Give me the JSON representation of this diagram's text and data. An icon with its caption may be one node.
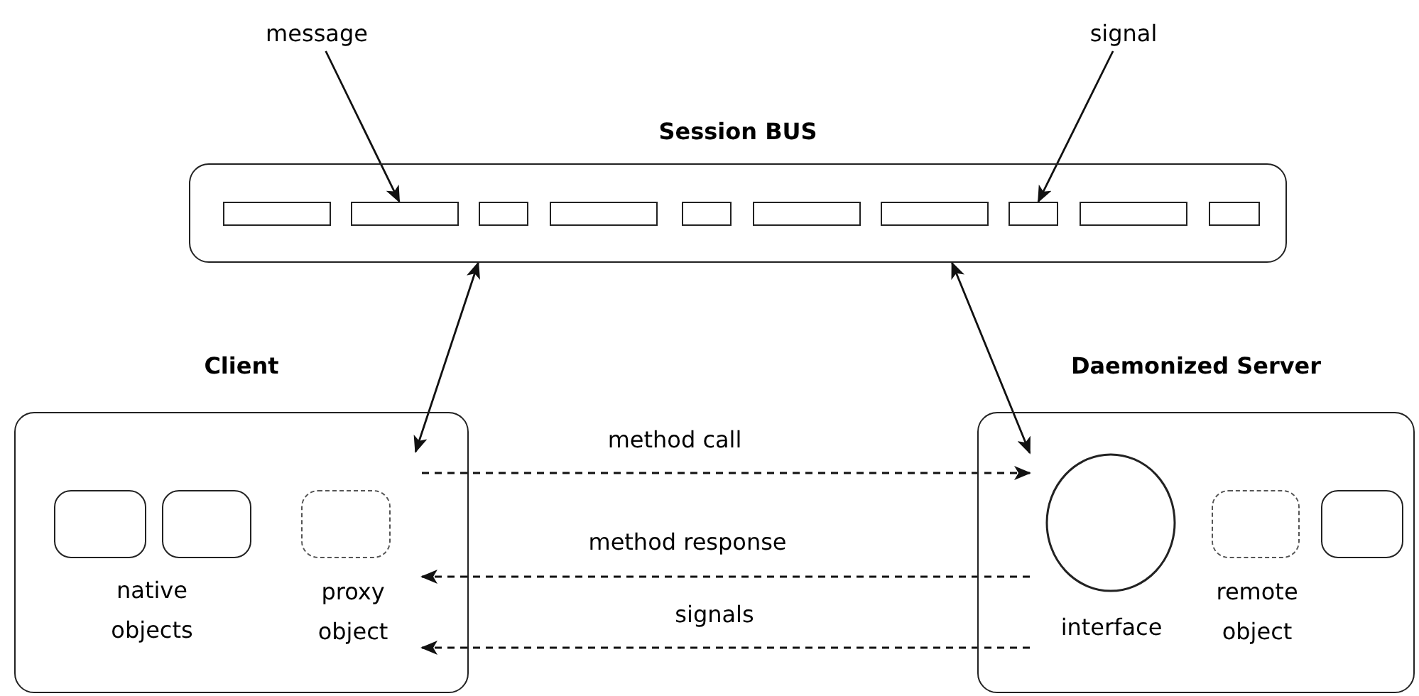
{
  "diagram": {
    "nodes": [
      {
        "text": [
          "message"
        ]
      },
      {
        "text": [
          "signal"
        ]
      },
      {
        "text": [
          "Session BUS"
        ]
      },
      {
        "text": [],
        "shape": "box",
        "in": 2
      },
      {
        "text": [],
        "shape": "box",
        "in": 2
      },
      {
        "text": [],
        "shape": "box",
        "in": 2
      },
      {
        "text": [],
        "shape": "box",
        "in": 2
      },
      {
        "text": [],
        "shape": "box",
        "in": 2
      },
      {
        "text": [],
        "shape": "box",
        "in": 2
      },
      {
        "text": [],
        "shape": "box",
        "in": 2
      },
      {
        "text": [],
        "shape": "box",
        "in": 2
      },
      {
        "text": [],
        "shape": "box",
        "in": 2
      },
      {
        "text": [],
        "shape": "box",
        "in": 2
      },
      {
        "text": [
          "Client"
        ]
      },
      {
        "text": [],
        "shape": "box",
        "in": 13
      },
      {
        "text": [],
        "shape": "box",
        "in": 13
      },
      {
        "text": [
          "proxy object"
        ],
        "in": 13
      },
      {
        "text": [
          "Daemonized Server"
        ]
      },
      {
        "text": [
          "interface"
        ],
        "in": 17
      },
      {
        "text": [
          "remote object"
        ],
        "in": 17
      },
      {
        "text": [],
        "shape": "box",
        "in": 17
      }
    ],
    "edges": [
      {
        "from": 0,
        "to": 4,
        "arrow": "to"
      },
      {
        "from": 1,
        "to": 10,
        "arrow": "to"
      },
      {
        "from": 2,
        "to": 16,
        "arrow": "both"
      },
      {
        "from": 2,
        "to": 18,
        "arrow": "both"
      },
      {
        "from": 16,
        "to": 18,
        "arrow": "to",
        "label": "method call",
        "style": "dashed"
      },
      {
        "from": 18,
        "to": 16,
        "arrow": "to",
        "label": "method response",
        "style": "dashed"
      },
      {
        "from": 18,
        "to": 16,
        "arrow": "to",
        "label": "signals",
        "style": "dashed"
      }
    ],
    "labels": [
      "native objects"
    ]
  }
}
